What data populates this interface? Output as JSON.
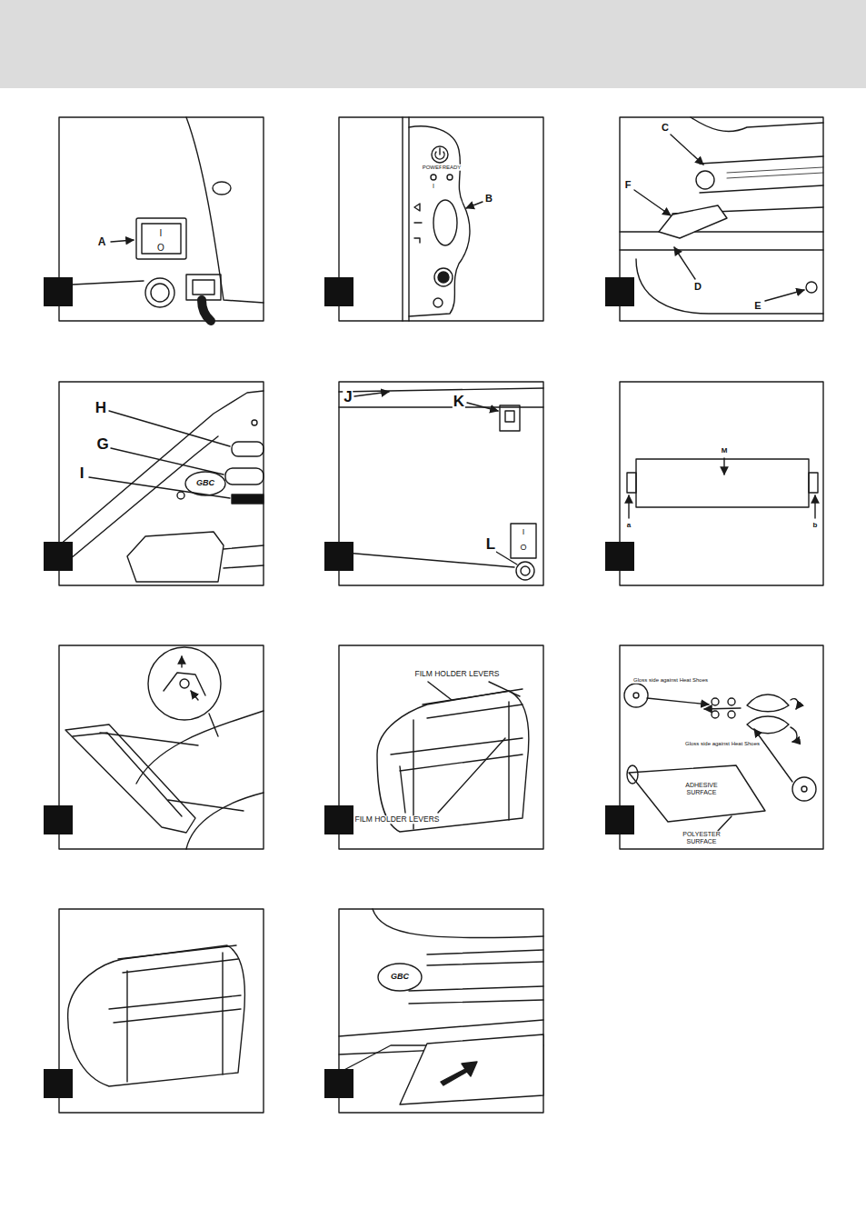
{
  "diagram": {
    "labels": [
      "A",
      "I",
      "O",
      "POWER",
      "READY",
      "I",
      "B",
      "C",
      "F",
      "D",
      "E",
      "H",
      "G",
      "I",
      "GBC",
      "J",
      "K",
      "L",
      "I",
      "O",
      "M",
      "a",
      "b",
      "FILM HOLDER LEVERS",
      "FILM HOLDER LEVERS",
      "Gloss side against Heat Shoes",
      "Gloss side against Heat Shoes",
      "ADHESIVE SURFACE",
      "POLYESTER SURFACE",
      "GBC"
    ]
  }
}
